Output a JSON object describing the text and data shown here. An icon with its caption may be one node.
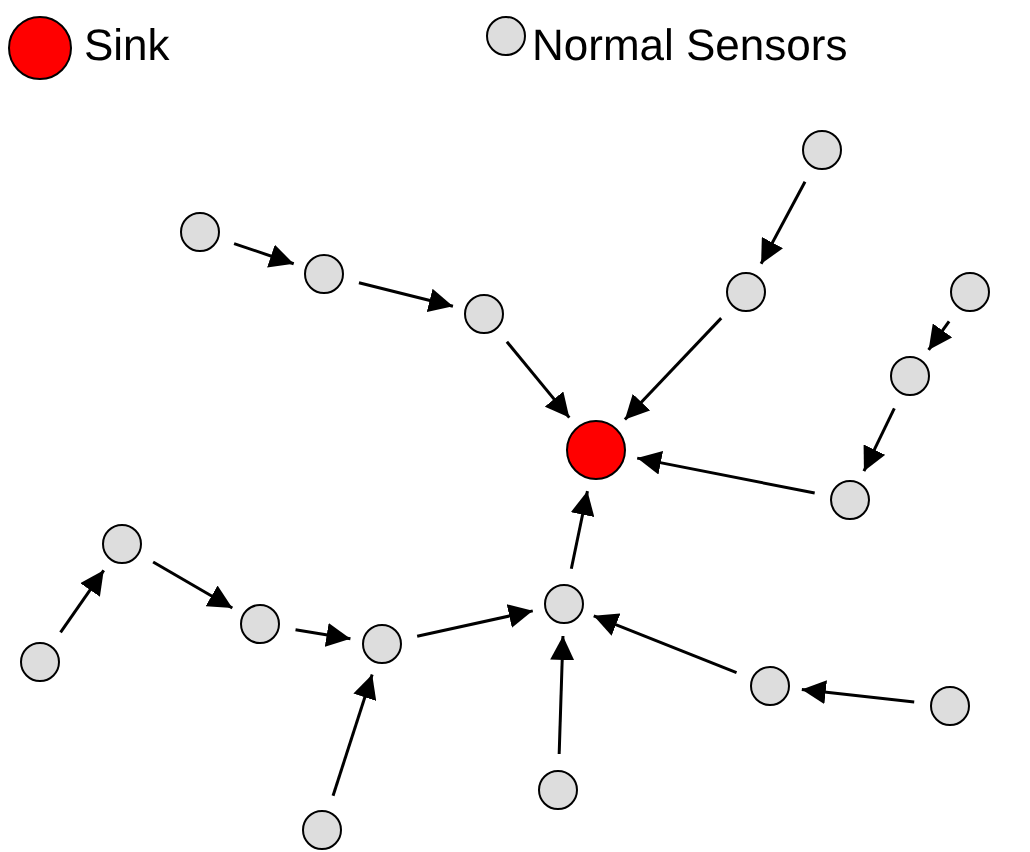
{
  "diagram": {
    "nodes": [
      {
        "text": [],
        "shape": "circle"
      },
      {
        "text": [],
        "shape": "circle"
      },
      {
        "text": [],
        "shape": "circle"
      },
      {
        "text": [],
        "shape": "circle"
      },
      {
        "text": [],
        "shape": "circle"
      },
      {
        "text": [],
        "shape": "circle"
      },
      {
        "text": [],
        "shape": "circle"
      },
      {
        "text": [],
        "shape": "circle"
      },
      {
        "text": [],
        "shape": "circle"
      },
      {
        "text": [],
        "shape": "circle"
      },
      {
        "text": [],
        "shape": "circle"
      },
      {
        "text": [],
        "shape": "circle"
      },
      {
        "text": [],
        "shape": "circle"
      },
      {
        "text": [],
        "shape": "circle"
      },
      {
        "text": [],
        "shape": "circle"
      },
      {
        "text": [],
        "shape": "circle"
      },
      {
        "text": [],
        "shape": "circle"
      },
      {
        "text": [],
        "shape": "circle"
      }
    ],
    "edges": [
      {
        "from": 1,
        "to": 2,
        "arrow": "to"
      },
      {
        "from": 2,
        "to": 3,
        "arrow": "to"
      },
      {
        "from": 3,
        "to": 0,
        "arrow": "to"
      },
      {
        "from": 4,
        "to": 5,
        "arrow": "to"
      },
      {
        "from": 5,
        "to": 0,
        "arrow": "to"
      },
      {
        "from": 6,
        "to": 7,
        "arrow": "to"
      },
      {
        "from": 7,
        "to": 8,
        "arrow": "to"
      },
      {
        "from": 8,
        "to": 0,
        "arrow": "to"
      },
      {
        "from": 10,
        "to": 9,
        "arrow": "to"
      },
      {
        "from": 9,
        "to": 11,
        "arrow": "to"
      },
      {
        "from": 11,
        "to": 12,
        "arrow": "to"
      },
      {
        "from": 12,
        "to": 13,
        "arrow": "to"
      },
      {
        "from": 13,
        "to": 0,
        "arrow": "to"
      },
      {
        "from": 16,
        "to": 13,
        "arrow": "to"
      },
      {
        "from": 14,
        "to": 13,
        "arrow": "to"
      },
      {
        "from": 15,
        "to": 14,
        "arrow": "to"
      },
      {
        "from": 17,
        "to": 12,
        "arrow": "to"
      }
    ],
    "legend": [
      {
        "text": "Sink",
        "color": "#ff0000"
      },
      {
        "text": "Normal Sensors",
        "color": "#dddddd"
      }
    ]
  }
}
